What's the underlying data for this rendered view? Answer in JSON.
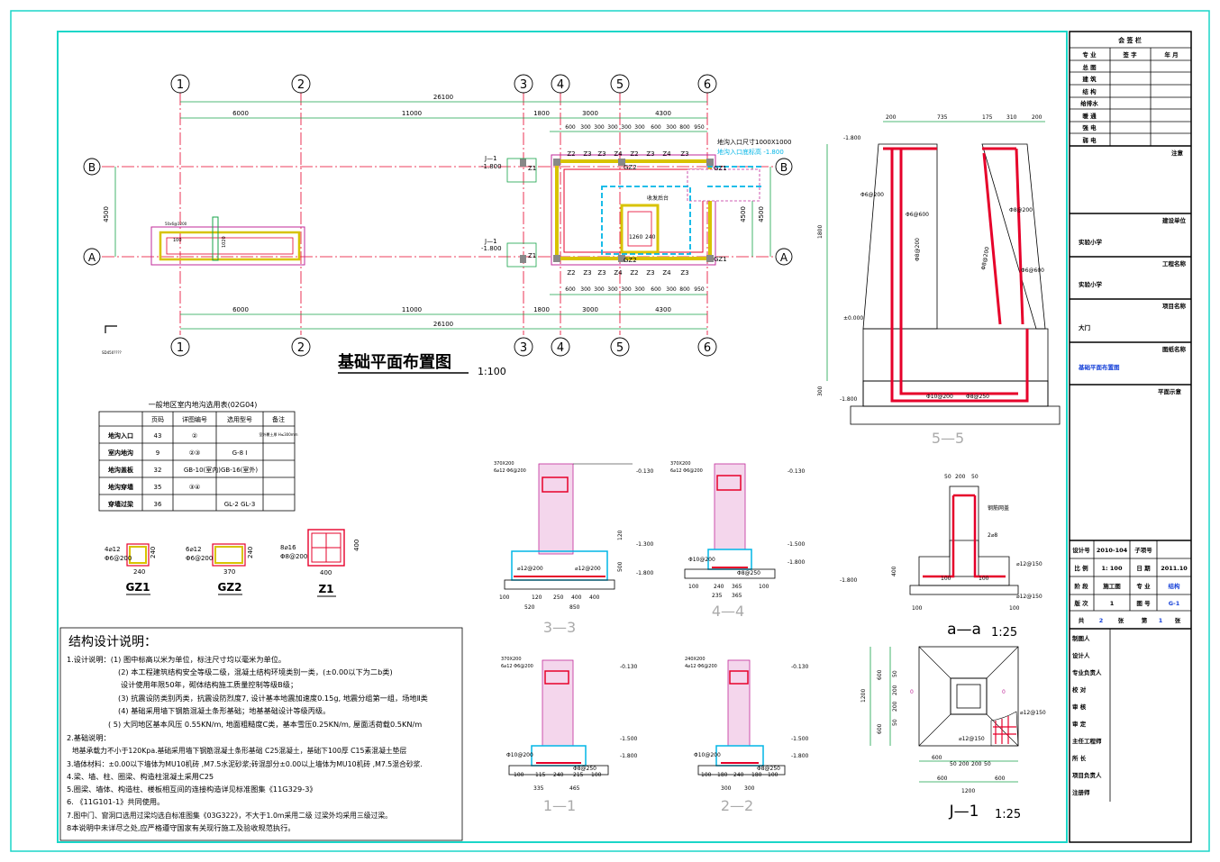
{
  "colors": {
    "frame": "#1ad6c8",
    "red": "#e6002a",
    "magenta": "#c02a9a",
    "green": "#16a34a",
    "yellow": "#d8c300",
    "cyan": "#00b5e6",
    "blue": "#1540d8",
    "black": "#000000"
  },
  "plan": {
    "title": "基础平面布置图",
    "scale": "1:100",
    "axis_numbers": [
      "1",
      "2",
      "3",
      "4",
      "5",
      "6"
    ],
    "axis_letters": [
      "B",
      "A"
    ],
    "dim_total": "26100",
    "dims_top": [
      "6000",
      "11000",
      "1800",
      "3000",
      "4300"
    ],
    "dims_bottom": [
      "6000",
      "11000",
      "1800",
      "3000",
      "4300"
    ],
    "dims_small_top": [
      "600",
      "300",
      "300",
      "300",
      "300",
      "300",
      "600",
      "300",
      "800",
      "950"
    ],
    "dims_small_bottom": [
      "600",
      "300",
      "300",
      "300",
      "300",
      "300",
      "600",
      "300",
      "800",
      "950"
    ],
    "dim_side": "4500",
    "zrow": [
      "Z2",
      "Z3",
      "Z3",
      "Z4",
      "Z2",
      "Z3",
      "Z4",
      "Z3"
    ],
    "zrow_bottom": [
      "Z2",
      "Z3",
      "Z3",
      "Z4",
      "Z2",
      "Z3",
      "Z4",
      "Z3"
    ],
    "labels": {
      "gz2": "GZ2",
      "gz1": "GZ1",
      "z1": "Z1",
      "section_mark": "J—1",
      "elev": "-1.800",
      "note1": "地沟入口尺寸1000X1000",
      "note2": "地沟入口底标高 -1.800",
      "room": "收发后台",
      "inner1": "1260",
      "inner2": "240",
      "side1": "100",
      "side2": "1020",
      "small": "50x6@1200",
      "corner": "SD450????"
    }
  },
  "gutter_table": {
    "title": "一般地区室内地沟选用表(02G04)",
    "headers": [
      "",
      "页码",
      "详图编号",
      "选用型号",
      "备注"
    ],
    "rows": [
      [
        "地沟入口",
        "43",
        "②",
        "",
        "室外覆土厚 H≤300mm"
      ],
      [
        "室内地沟",
        "9",
        "②③",
        "G-8 Ⅰ",
        ""
      ],
      [
        "地沟盖板",
        "32",
        "GB-10(室内)GB-16(室外)",
        "",
        ""
      ],
      [
        "地沟穿墙",
        "35",
        "③④",
        "",
        ""
      ],
      [
        "穿墙过梁",
        "36",
        "",
        "GL-2 GL-3",
        ""
      ]
    ]
  },
  "columns": [
    {
      "name": "GZ1",
      "bar1": "4⌀12",
      "bar2": "Φ6@200",
      "w": "240",
      "h": "240"
    },
    {
      "name": "GZ2",
      "bar1": "6⌀12",
      "bar2": "Φ6@200",
      "w": "370",
      "h": "240"
    },
    {
      "name": "Z1",
      "bar1": "8⌀16",
      "bar2": "Φ8@200",
      "w": "400",
      "h": "400"
    }
  ],
  "notes": {
    "title": "结构设计说明：",
    "lines": [
      "1.设计说明：(1) 图中标高以米为单位，标注尺寸均以毫米为单位。",
      "(2) 本工程建筑结构安全等级二级，混凝土结构环境类别一类，(±0.00以下为二b类)",
      "设计使用年限50年，砌体结构施工质量控制等级B级；",
      "(3) 抗震设防类别丙类，抗震设防烈度7, 设计基本地震加速度0.15g, 地震分组第一组，场地Ⅱ类",
      "(4) 基础采用墙下钢筋混凝土条形基础；地基基础设计等级丙级。",
      "( 5) 大同地区基本风压 0.55KN/m, 地面粗糙度C类，基本雪压0.25KN/m, 屋面活荷载0.5KN/m",
      "2.基础说明：",
      "地基承载力不小于120Kpa.基础采用墙下钢筋混凝土条形基础 C25混凝土，基础下100厚  C15素混凝土垫层",
      "3.墙体材料：±0.00以下墙体为MU10机砖 ,M7.5水泥砂浆;砖混部分±0.00以上墙体为MU10机砖 ,M7.5混合砂浆.",
      "4.梁、墙、柱、圈梁、构造柱混凝土采用C25",
      "5.圈梁、墙体、构造柱、楼板相互间的连接构造详见标准图集《11G329-3》",
      "6.         《11G101-1》共同使用。",
      "7.图中门、窗洞口选用过梁均选自标准图集《03G322》，不大于1.0m采用二级  过梁外均采用三级过梁。",
      "8本说明中未详尽之处,应严格遵守国家有关现行施工及验收规范执行。"
    ]
  },
  "sections": {
    "s33": {
      "name": "3—3",
      "beam": "370X200",
      "bars": "6⌀12 Φ6@200",
      "e1": "-0.130",
      "e2": "-1.300",
      "e3": "-1.800",
      "rebar1": "⌀12@200",
      "rebar2": "⌀12@200",
      "dims": [
        "100",
        "120",
        "250",
        "400",
        "400"
      ],
      "dims2": [
        "520",
        "850"
      ],
      "h": [
        "120",
        "500"
      ]
    },
    "s44": {
      "name": "4—4",
      "beam": "370X200",
      "bars": "6⌀12 Φ6@200",
      "e1": "-0.130",
      "e2": "-1.500",
      "e3": "-1.800",
      "rebar1": "Φ10@200",
      "rebar2": "Φ8@250",
      "dims": [
        "100",
        "240",
        "365",
        "100"
      ],
      "dims2": [
        "235",
        "365"
      ]
    },
    "s11": {
      "name": "1—1",
      "beam": "370X200",
      "bars": "6⌀12 Φ6@200",
      "e1": "-0.130",
      "e2": "-1.500",
      "e3": "-1.800",
      "rebar1": "Φ10@200",
      "rebar2": "Φ8@250",
      "dims": [
        "100",
        "115",
        "240",
        "215",
        "100"
      ],
      "dims2": [
        "335",
        "465"
      ]
    },
    "s22": {
      "name": "2—2",
      "beam": "240X200",
      "bars": "4⌀12 Φ6@200",
      "e1": "-0.130",
      "e2": "-1.500",
      "e3": "-1.800",
      "rebar1": "Φ10@200",
      "rebar2": "Φ8@250",
      "dims": [
        "100",
        "180",
        "240",
        "180",
        "100"
      ],
      "dims2": [
        "300",
        "300"
      ]
    },
    "s55": {
      "name": "5—5",
      "dims": [
        "200",
        "735",
        "175",
        "310",
        "200"
      ],
      "e1": "-1.800",
      "e2": "±0.000",
      "e3": "-1.800",
      "h1": "1800",
      "h2": "300",
      "bar1": "Φ6@200",
      "bar2": "Φ6@600",
      "bar3": "Φ8@200",
      "bar4": "Φ6@600",
      "bar5": "Φ8@200",
      "bar6": "Φ8@200",
      "bar7": "Φ10@200",
      "bar8": "Φ8@250"
    },
    "saa": {
      "name": "a—a",
      "scale": "1:25",
      "dims": [
        "50",
        "200",
        "50"
      ],
      "e1": "-1.800",
      "h": "400",
      "n1": "钢筋网盖",
      "n2": "2⌀8",
      "n3": "⌀12@150",
      "n4": "⌀12@150",
      "d100a": "100",
      "d100b": "100",
      "w1": "100",
      "w2": "100"
    },
    "sj1": {
      "name": "J—1",
      "scale": "1:25",
      "dims_v": [
        "600",
        "200",
        "200",
        "600",
        "1200",
        "50",
        "50"
      ],
      "dims_h": [
        "600",
        "50",
        "200",
        "200",
        "50",
        "600",
        "1200"
      ],
      "rebar": "⌀12@150",
      "rebar2": "⌀12@150",
      "d0": "0",
      "d1": "0"
    }
  },
  "titleblock": {
    "sign_title": "会  签  栏",
    "sign_headers": [
      "专  业",
      "签  字",
      "年  月"
    ],
    "sign_rows": [
      "总  图",
      "建  筑",
      "结  构",
      "给排水",
      "暖  通",
      "强  电",
      "弱  电"
    ],
    "note_label": "注意",
    "client_label": "建设单位",
    "client": "实验小学",
    "project_label": "工程名称",
    "project": "实验小学",
    "item_label": "项目名称",
    "item": "大门",
    "drawing_label": "图纸名称",
    "drawing": "基础平面布置图",
    "plan_label": "平面示意",
    "info": [
      [
        "设计号",
        "2010-104",
        "子项号",
        ""
      ],
      [
        "比  例",
        "1: 100",
        "日  期",
        "2011.10"
      ],
      [
        "阶  段",
        "施工图",
        "专  业",
        "结构"
      ],
      [
        "版  次",
        "1",
        "图  号",
        "G-1"
      ]
    ],
    "total_pre": "共",
    "total": "2",
    "total_post": "张",
    "page_pre": "第",
    "page": "1",
    "page_post": "张",
    "roles": [
      "制图人",
      "设计人",
      "专业负责人",
      "校  对",
      "审  核",
      "审  定",
      "主任工程师",
      "所  长",
      "项目负责人",
      "注册师"
    ]
  }
}
